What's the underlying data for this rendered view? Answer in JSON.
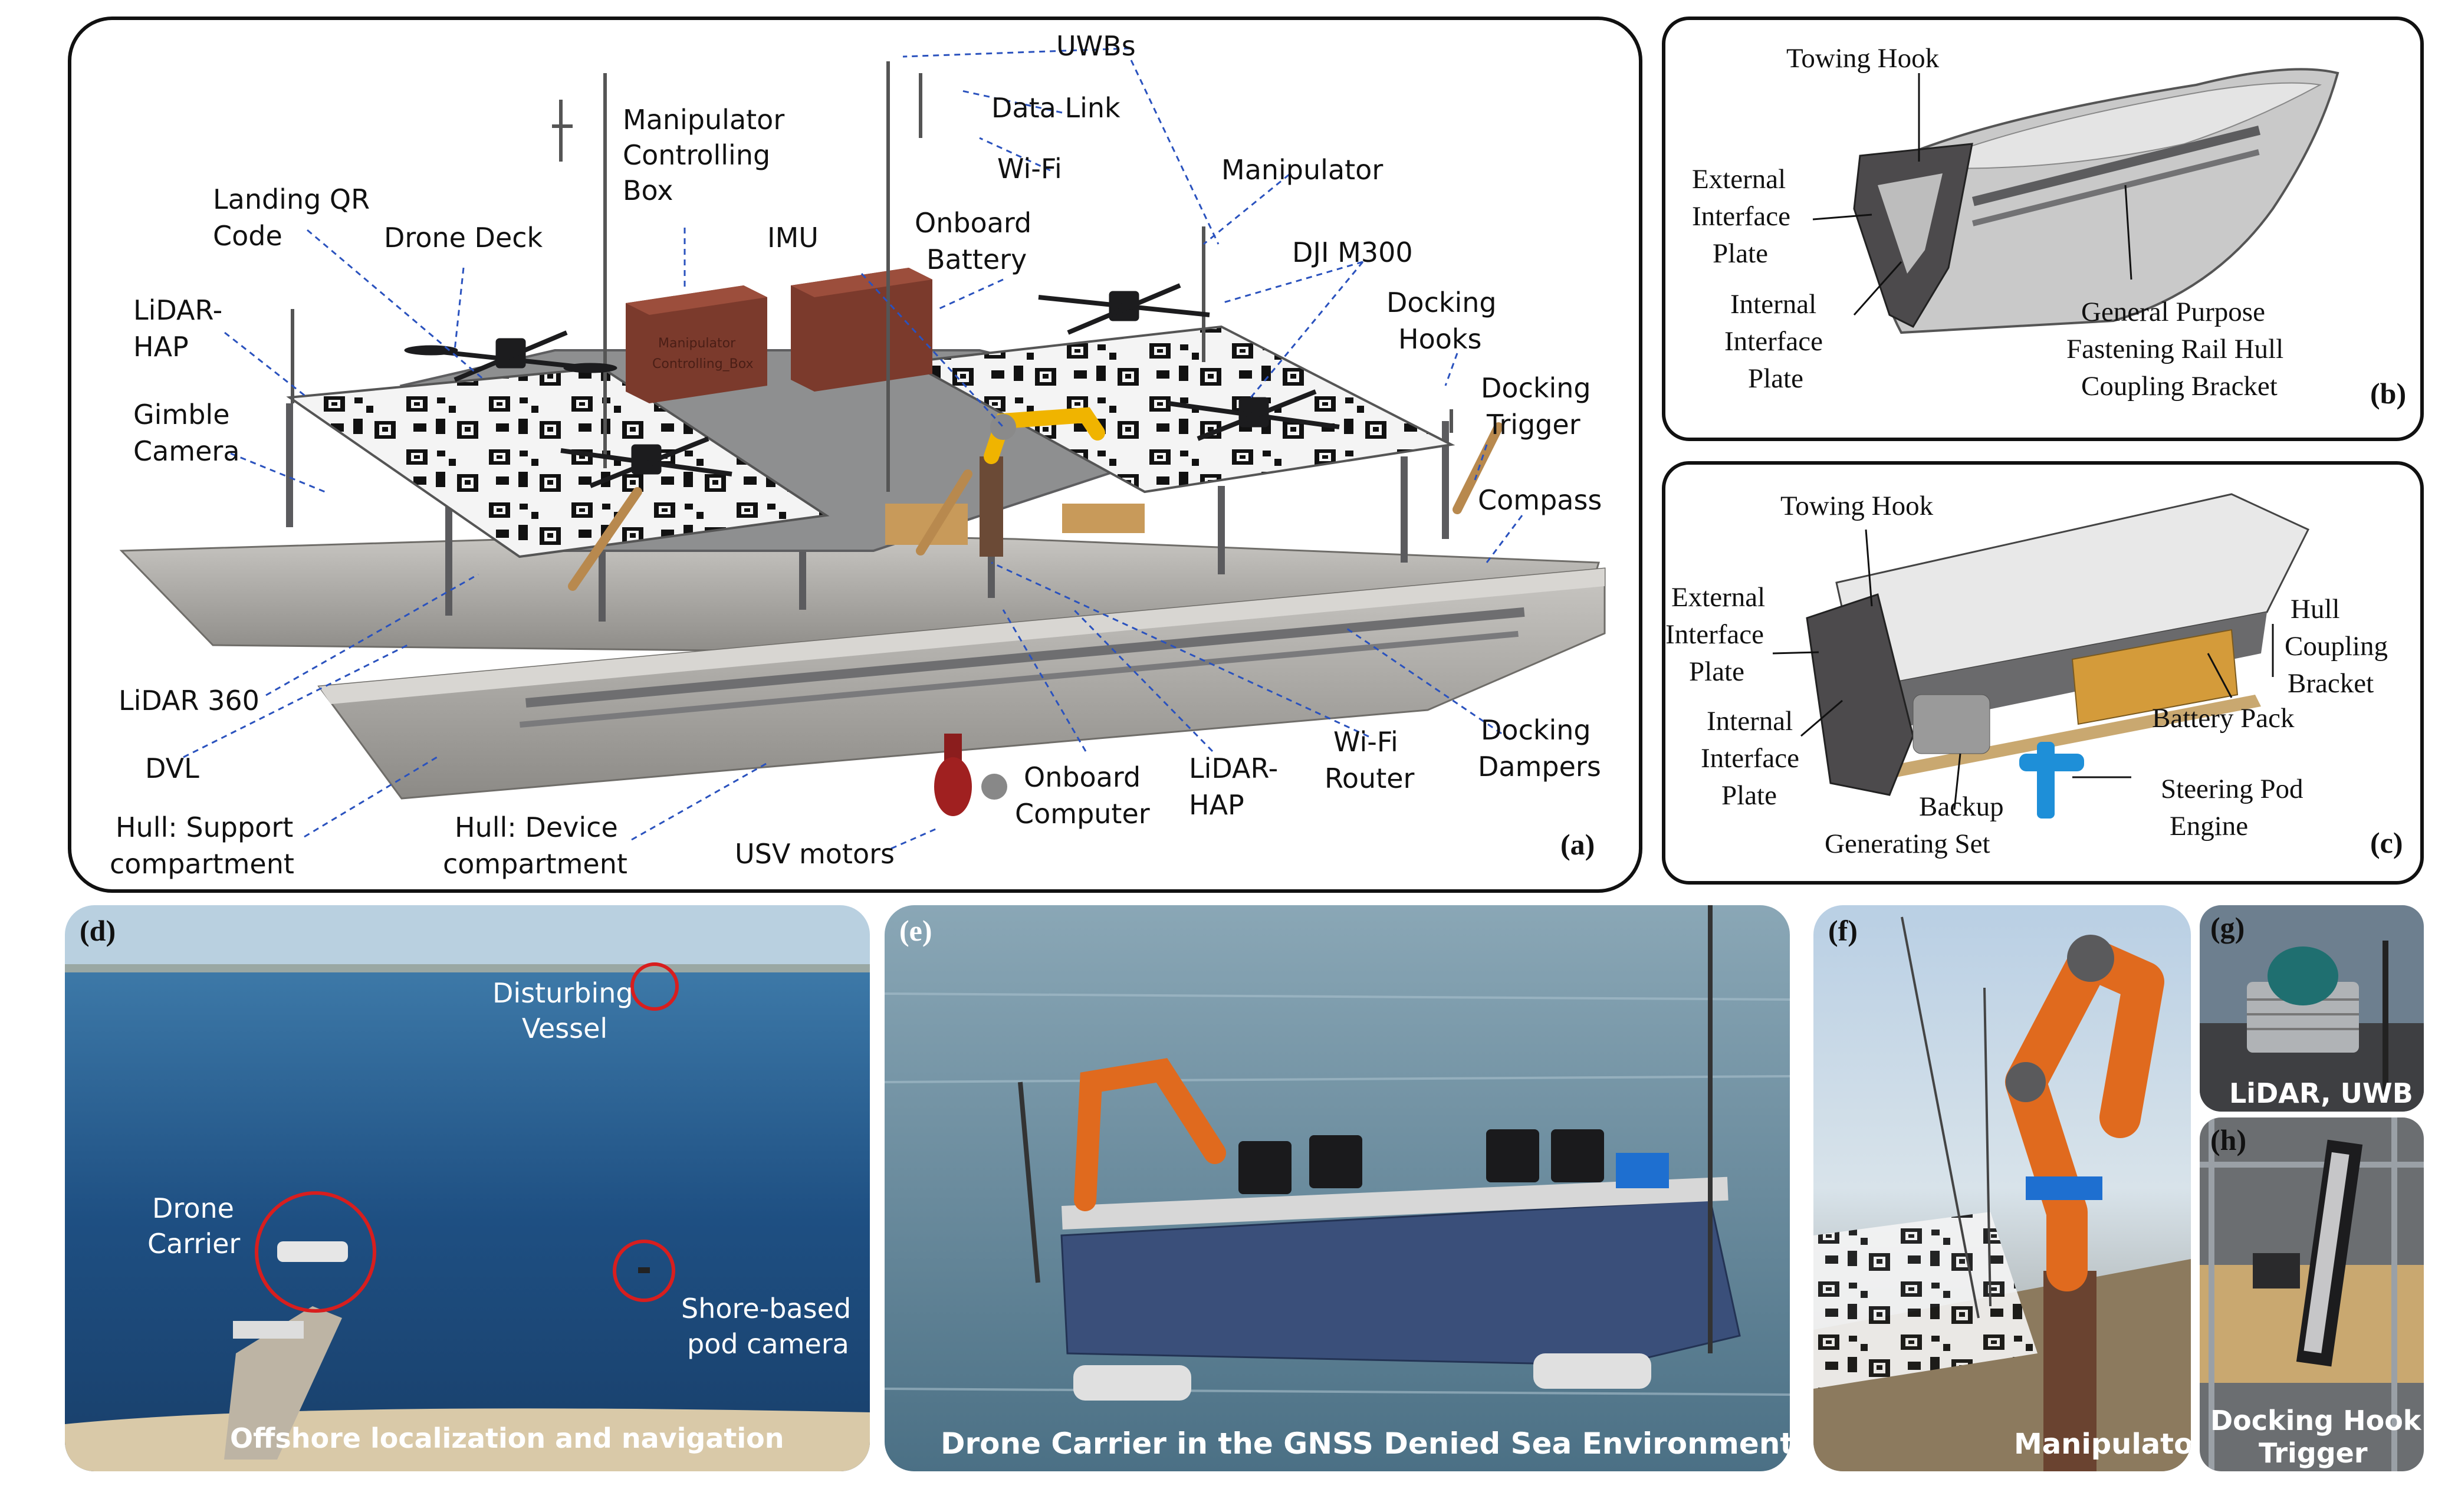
{
  "panel_a": {
    "tag": "(a)",
    "labels": {
      "uwbs": "UWBs",
      "data_link": "Data Link",
      "wifi": "Wi-Fi",
      "manipulator_box_1": "Manipulator",
      "manipulator_box_2": "Controlling",
      "manipulator_box_3": "Box",
      "imu": "IMU",
      "onboard_battery_1": "Onboard",
      "onboard_battery_2": "Battery",
      "manipulator": "Manipulator",
      "landing_qr_1": "Landing QR",
      "landing_qr_2": "Code",
      "drone_deck": "Drone Deck",
      "dji_m300": "DJI M300",
      "lidar_hap_1": "LiDAR-",
      "lidar_hap_2": "HAP",
      "docking_hooks_1": "Docking",
      "docking_hooks_2": "Hooks",
      "docking_trigger_1": "Docking",
      "docking_trigger_2": "Trigger",
      "gimble_camera_1": "Gimble",
      "gimble_camera_2": "Camera",
      "compass": "Compass",
      "lidar_360": "LiDAR 360",
      "dvl": "DVL",
      "wifi_router_1": "Wi-Fi",
      "wifi_router_2": "Router",
      "docking_dampers_1": "Docking",
      "docking_dampers_2": "Dampers",
      "onboard_computer_1": "Onboard",
      "onboard_computer_2": "Computer",
      "lidar_hap_bottom_1": "LiDAR-",
      "lidar_hap_bottom_2": "HAP",
      "hull_support_1": "Hull: Support",
      "hull_support_2": "compartment",
      "hull_device_1": "Hull: Device",
      "hull_device_2": "compartment",
      "usv_motors": "USV motors",
      "box_print_1": "Manipulator",
      "box_print_2": "Controlling_Box"
    }
  },
  "panel_b": {
    "tag": "(b)",
    "labels": {
      "towing_hook": "Towing Hook",
      "external_1": "External",
      "external_2": "Interface",
      "external_3": "Plate",
      "internal_1": "Internal",
      "internal_2": "Interface",
      "internal_3": "Plate",
      "rail_1": "General Purpose",
      "rail_2": "Fastening Rail Hull",
      "rail_3": "Coupling Bracket"
    }
  },
  "panel_c": {
    "tag": "(c)",
    "labels": {
      "towing_hook": "Towing Hook",
      "external_1": "External",
      "external_2": "Interface",
      "external_3": "Plate",
      "hull_coupling_1": "Hull",
      "hull_coupling_2": "Coupling",
      "hull_coupling_3": "Bracket",
      "battery_pack": "Battery Pack",
      "internal_1": "Internal",
      "internal_2": "Interface",
      "internal_3": "Plate",
      "steering_1": "Steering Pod",
      "steering_2": "Engine",
      "backup_1": "Backup",
      "backup_2": "Generating Set"
    }
  },
  "panel_d": {
    "tag": "(d)",
    "disturbing_1": "Disturbing",
    "disturbing_2": "Vessel",
    "carrier_1": "Drone",
    "carrier_2": "Carrier",
    "shore_1": "Shore-based",
    "shore_2": "pod camera",
    "caption": "Offshore localization and navigation"
  },
  "panel_e": {
    "tag": "(e)",
    "caption": "Drone Carrier in the GNSS Denied Sea Environment"
  },
  "panel_f": {
    "tag": "(f)",
    "caption": "Manipulator"
  },
  "panel_g": {
    "tag": "(g)",
    "caption": "LiDAR, UWB"
  },
  "panel_h": {
    "tag": "(h)",
    "caption_1": "Docking Hook",
    "caption_2": "Trigger"
  },
  "colors": {
    "leader_line": "#2a52be",
    "circle": "#d81e1e",
    "hull": "#a8a6a2",
    "sea": "#1d4f80",
    "robot_orange": "#e06a1e"
  }
}
